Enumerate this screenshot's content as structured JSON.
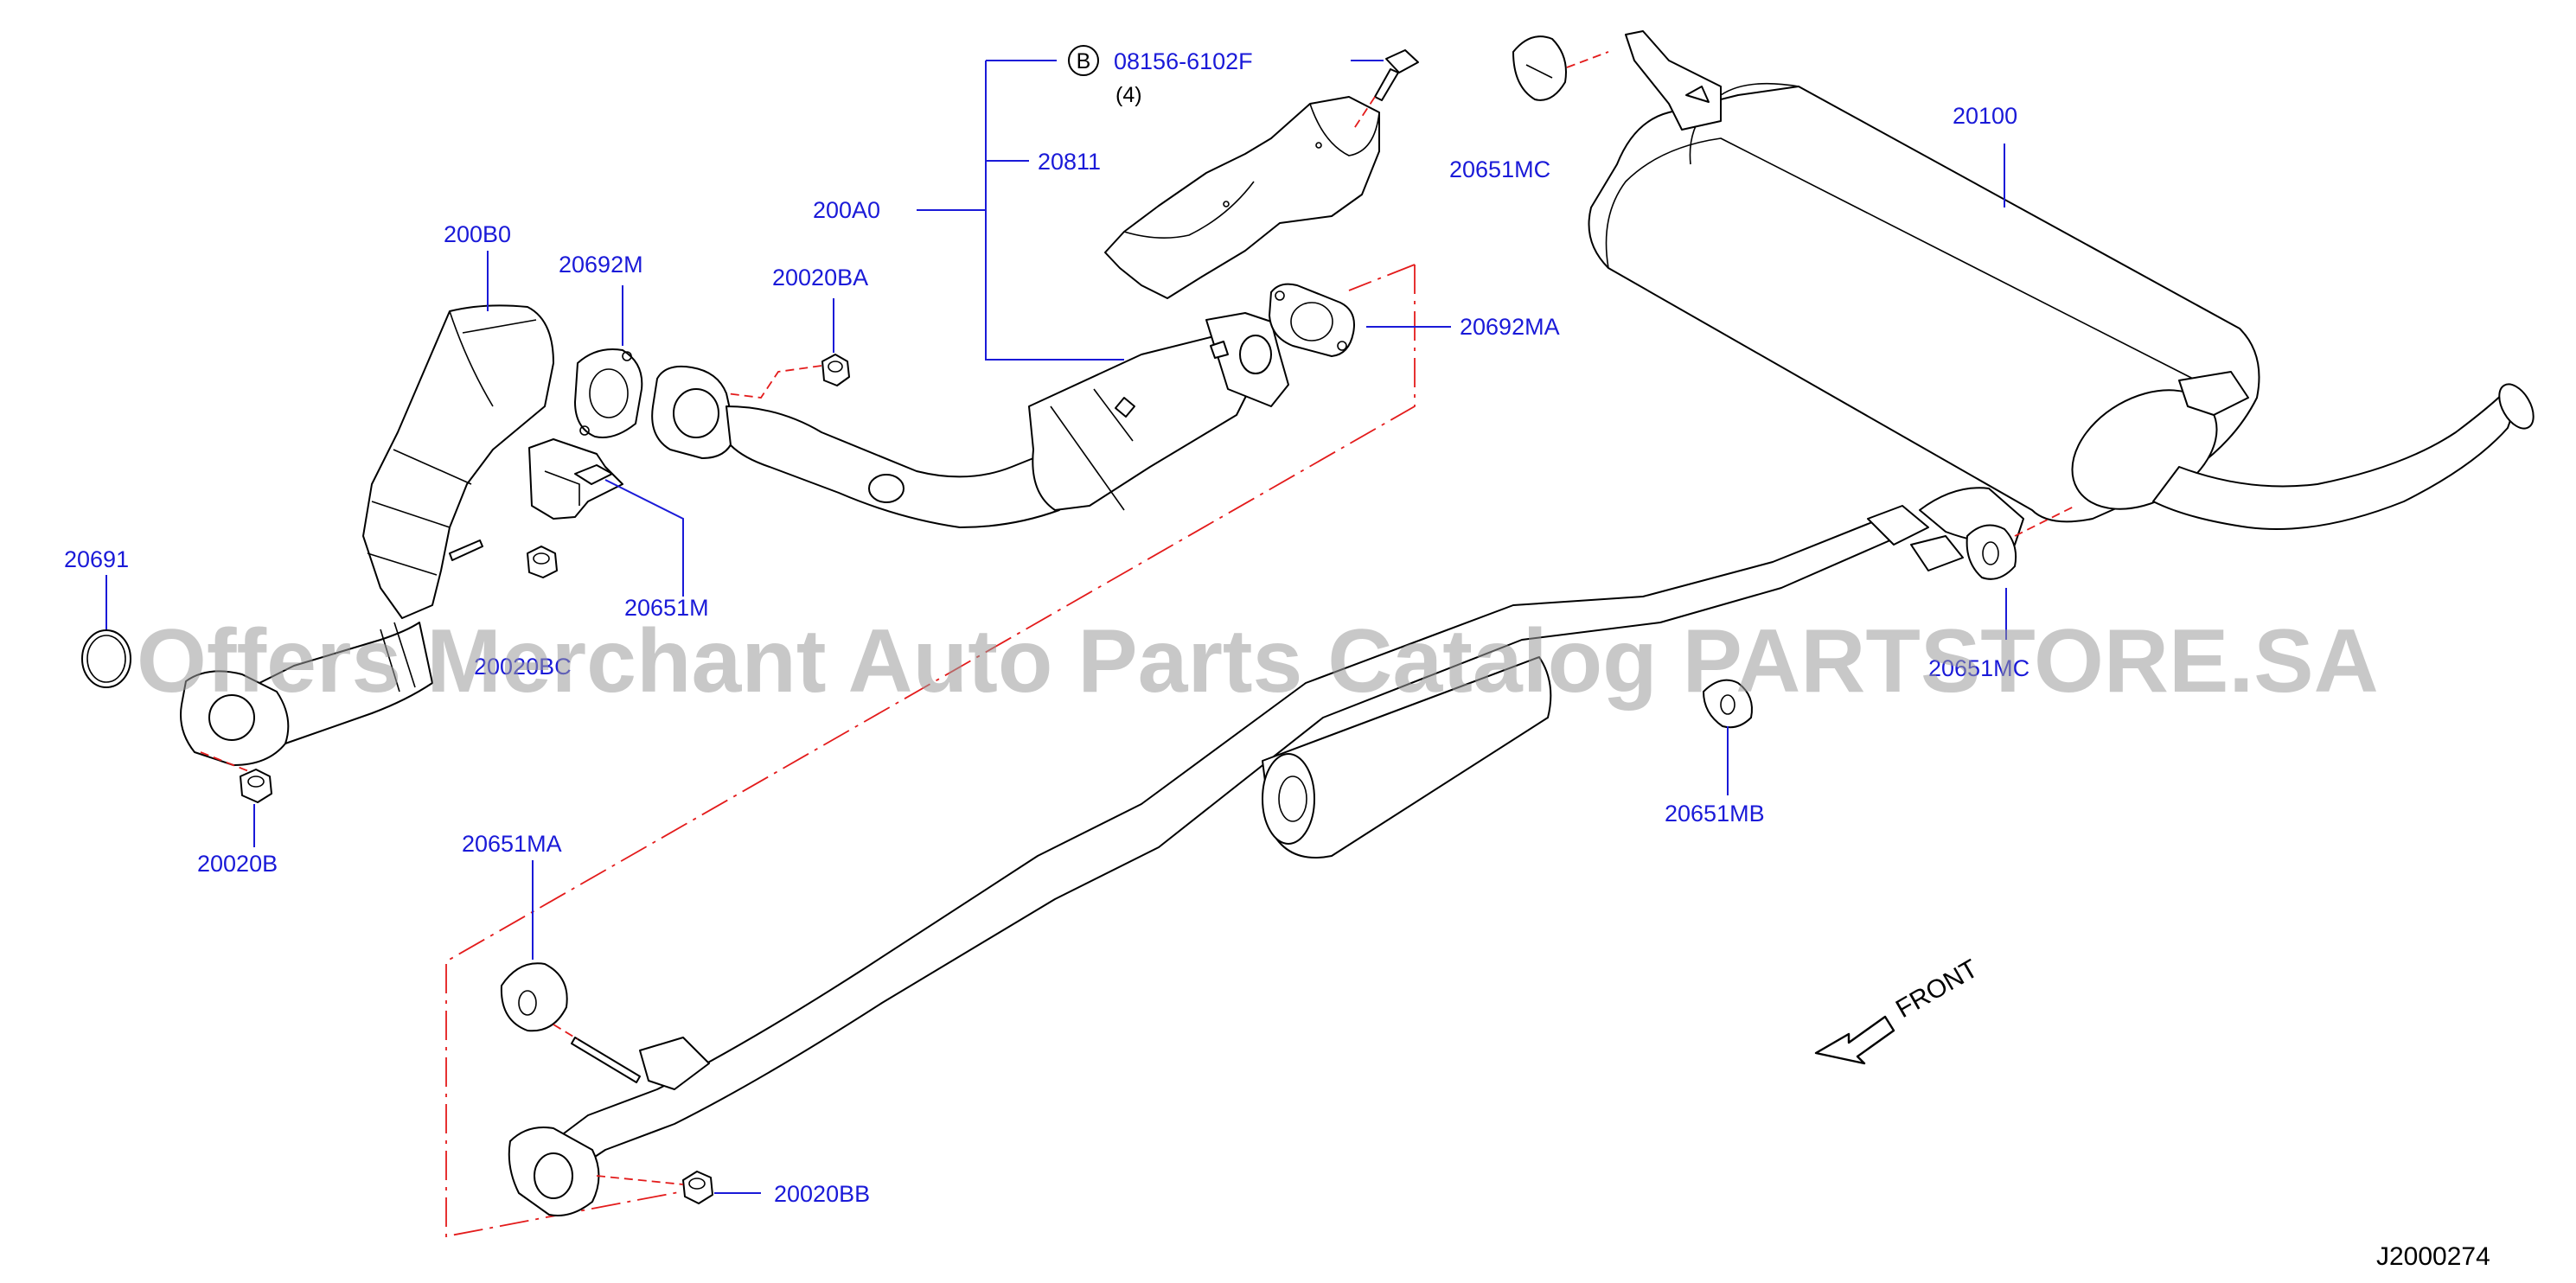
{
  "watermark": "Offers Merchant Auto Parts Catalog PARTSTORE.SA",
  "diagram_ref": "J2000274",
  "front_label": "FRONT",
  "callout": {
    "circle_letter": "B",
    "part": "08156-6102F",
    "qty": "(4)"
  },
  "parts": {
    "p200B0": "200B0",
    "p20692M": "20692M",
    "p20020BA": "20020BA",
    "p200A0": "200A0",
    "p20811": "20811",
    "p20651MC_top": "20651MC",
    "p20100": "20100",
    "p20692MA": "20692MA",
    "p20691": "20691",
    "p20651M": "20651M",
    "p20020BC": "20020BC",
    "p20020B": "20020B",
    "p20651MC_right": "20651MC",
    "p20651MB": "20651MB",
    "p20651MA": "20651MA",
    "p20020BB": "20020BB"
  }
}
